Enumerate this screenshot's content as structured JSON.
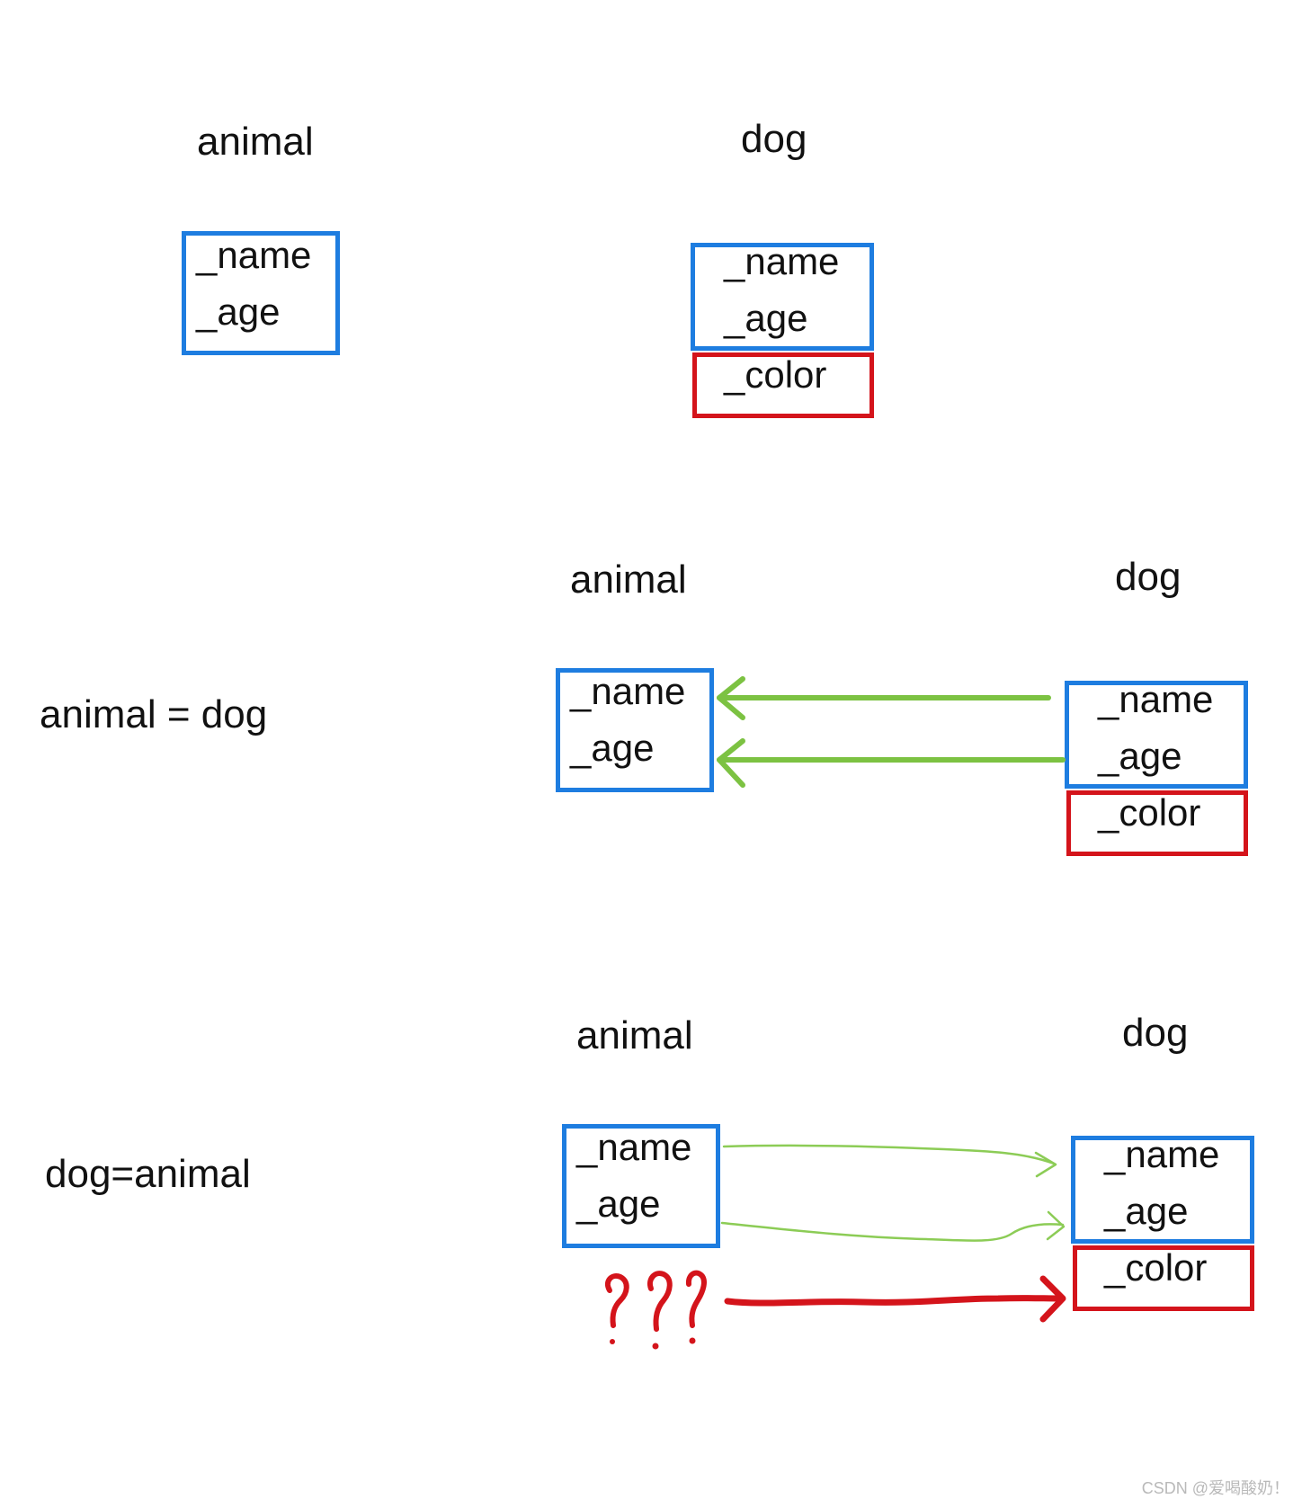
{
  "section1": {
    "animal_title": "animal",
    "dog_title": "dog",
    "animal_fields": [
      "_name",
      "_age"
    ],
    "dog_fields": [
      "_name",
      "_age"
    ],
    "dog_extra_field": "_color"
  },
  "section2": {
    "statement": "animal = dog",
    "animal_title": "animal",
    "dog_title": "dog",
    "animal_fields": [
      "_name",
      "_age"
    ],
    "dog_fields": [
      "_name",
      "_age"
    ],
    "dog_extra_field": "_color"
  },
  "section3": {
    "statement": "dog=animal",
    "animal_title": "animal",
    "dog_title": "dog",
    "animal_fields": [
      "_name",
      "_age"
    ],
    "dog_fields": [
      "_name",
      "_age"
    ],
    "dog_extra_field": "_color",
    "question_marks": "???"
  },
  "watermark": "CSDN @爱喝酸奶！",
  "colors": {
    "inherited_box": "#1e7de0",
    "extra_box": "#d4141b",
    "assign_arrow": "#7cc242",
    "invalid_arrow": "#d4141b"
  }
}
